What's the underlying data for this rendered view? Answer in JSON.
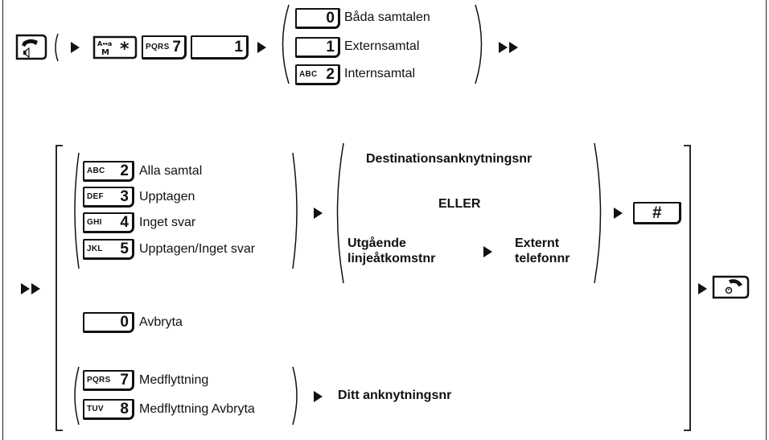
{
  "top": {
    "keys": [
      {
        "sub": "",
        "main": "0"
      },
      {
        "sub": "",
        "main": "1"
      },
      {
        "sub": "ABC",
        "main": "2"
      }
    ],
    "options": [
      "Båda samtalen",
      "Externsamtal",
      "Internsamtal"
    ],
    "pqrs_key": {
      "sub": "PQRS",
      "main": "7"
    },
    "one_key": {
      "sub": "",
      "main": "1"
    }
  },
  "mode": {
    "keys": [
      {
        "sub": "ABC",
        "main": "2",
        "label": "Alla samtal"
      },
      {
        "sub": "DEF",
        "main": "3",
        "label": "Upptagen"
      },
      {
        "sub": "GHI",
        "main": "4",
        "label": "Inget svar"
      },
      {
        "sub": "JKL",
        "main": "5",
        "label": "Upptagen/Inget svar"
      }
    ]
  },
  "destination": {
    "ext_label": "Destinationsanknytningsnr",
    "or_label": "ELLER",
    "line_access_1": "Utgående",
    "line_access_2": "linjeåtkomstnr",
    "external_1": "Externt",
    "external_2": "telefonnr"
  },
  "hash_key": {
    "main": "#"
  },
  "cancel": {
    "key": {
      "sub": "",
      "main": "0"
    },
    "label": "Avbryta"
  },
  "follow": {
    "keys": [
      {
        "sub": "PQRS",
        "main": "7",
        "label": "Medflyttning"
      },
      {
        "sub": "TUV",
        "main": "8",
        "label": "Medflyttning Avbryta"
      }
    ],
    "result": "Ditt anknytningsnr"
  }
}
